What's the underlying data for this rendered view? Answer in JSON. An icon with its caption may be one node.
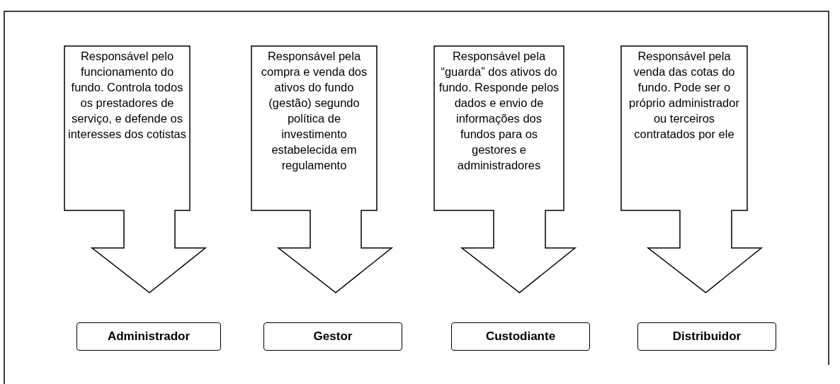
{
  "diagram": {
    "nodes": [
      {
        "text": [
          "Responsável pelo funcionamento do fundo. Controla todos os prestadores de serviço, e defende os interesses dos cotistas"
        ]
      },
      {
        "text": [
          "Responsável pela compra e venda dos ativos do fundo (gestão) segundo política de investimento estabelecida em regulamento"
        ]
      },
      {
        "text": [
          "Responsável pela “guarda” dos ativos do fundo. Responde pelos dados e envio de informações dos fundos para os gestores e administradores"
        ]
      },
      {
        "text": [
          "Responsável pela venda das cotas do fundo. Pode ser o próprio administrador ou terceiros contratados por ele"
        ]
      },
      {
        "text": [
          "Administrador"
        ]
      },
      {
        "text": [
          "Gestor"
        ]
      },
      {
        "text": [
          "Custodiante"
        ]
      },
      {
        "text": [
          "Distribuidor"
        ]
      }
    ]
  }
}
